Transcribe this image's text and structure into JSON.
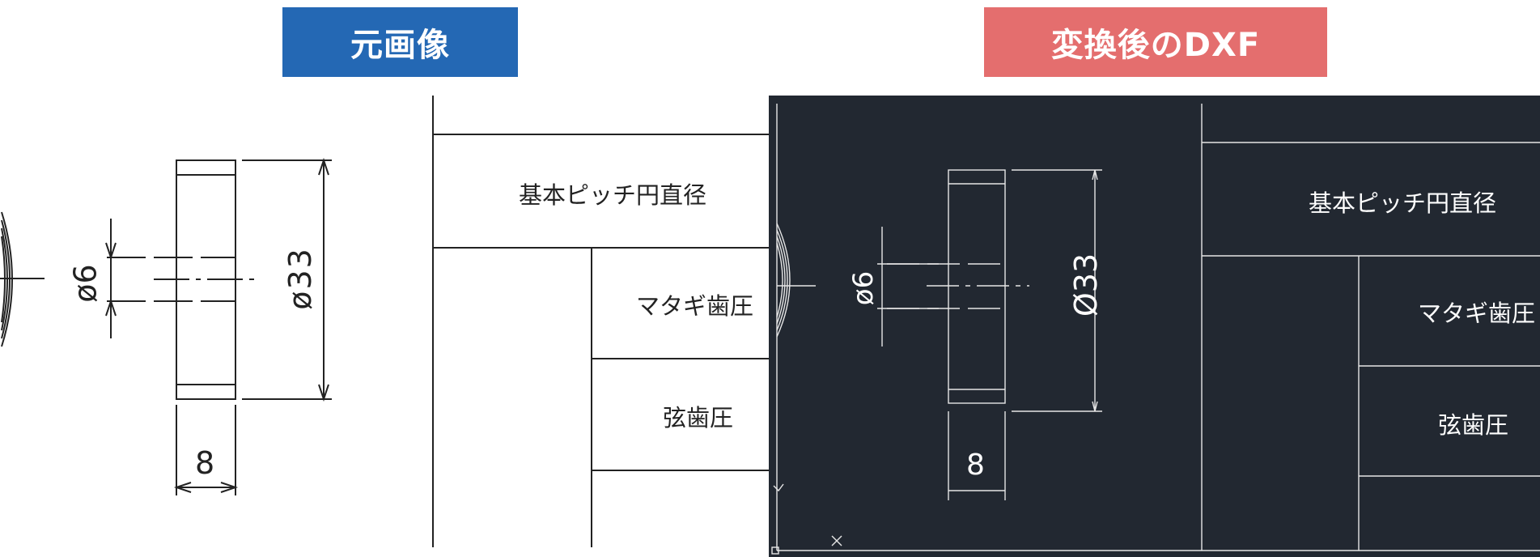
{
  "labels": {
    "original": "元画像",
    "converted": "変換後のDXF"
  },
  "colors": {
    "original_badge": "#2468b4",
    "converted_badge": "#e46e6e",
    "cad_background": "#222831",
    "cad_lines": "#e6e6e6",
    "paper_lines": "#222222"
  },
  "original": {
    "table": {
      "pitch_diameter": "基本ピッチ円直径",
      "over_pin": "マタギ歯圧",
      "chordal": "弦歯圧"
    },
    "dims": {
      "bore": "ø6",
      "outer": "ø33",
      "width": "8"
    }
  },
  "converted": {
    "table": {
      "pitch_diameter": "基本ピッチ円直径",
      "over_pin": "マタギ歯圧",
      "chordal": "弦歯圧"
    },
    "dims": {
      "bore": "ø6",
      "outer": "Ø33",
      "width": "8"
    }
  }
}
